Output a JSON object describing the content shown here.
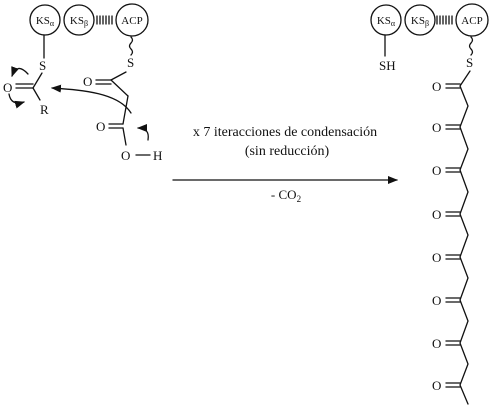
{
  "left_complex": {
    "domains": {
      "ks_alpha": "KS",
      "ks_alpha_sub": "α",
      "ks_beta": "KS",
      "ks_beta_sub": "β",
      "acp": "ACP"
    },
    "atoms": {
      "s_ks": "S",
      "s_acp": "S",
      "o_acyl": "O",
      "r_group": "R",
      "o_ketone": "O",
      "o_hydroxyl": "O",
      "h_hydroxyl": "H"
    }
  },
  "reaction": {
    "line1": "x 7 iteracciones de condensación",
    "line2": "(sin reducción)",
    "byproduct_prefix": "- CO",
    "byproduct_sub": "2"
  },
  "right_complex": {
    "domains": {
      "ks_alpha": "KS",
      "ks_alpha_sub": "α",
      "ks_beta": "KS",
      "ks_beta_sub": "β",
      "acp": "ACP"
    },
    "atoms": {
      "sh": "SH",
      "s_acp": "S"
    },
    "chain_carbonyl_oxygens": [
      "O",
      "O",
      "O",
      "O",
      "O",
      "O",
      "O",
      "O"
    ]
  }
}
